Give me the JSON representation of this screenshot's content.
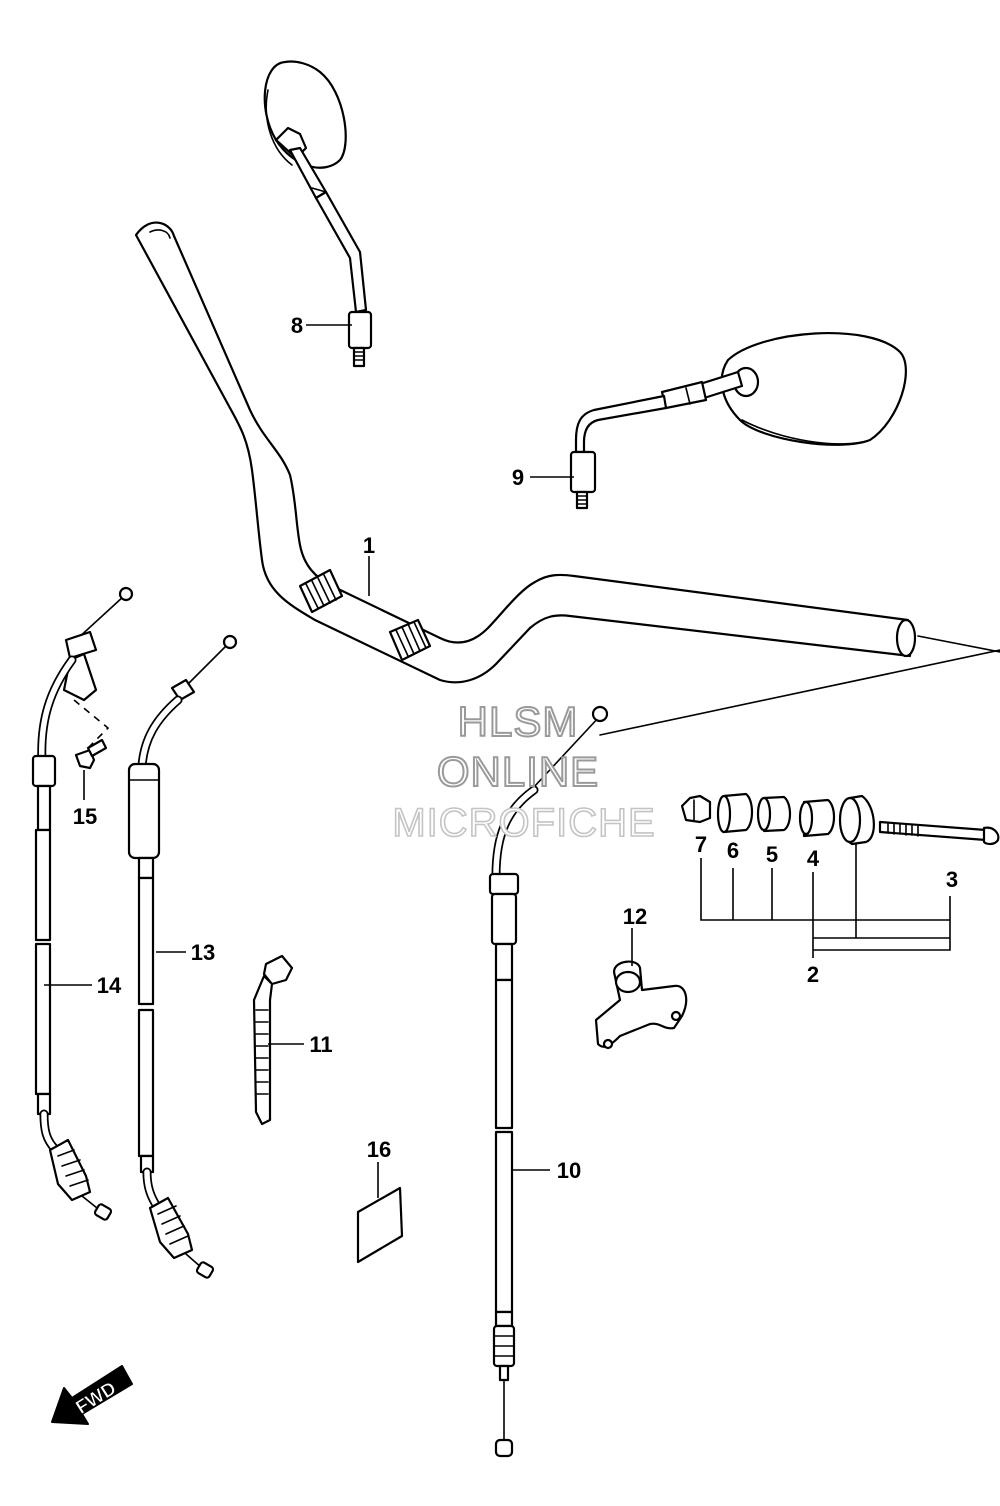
{
  "diagram": {
    "callouts": {
      "c1": "1",
      "c2": "2",
      "c3": "3",
      "c4": "4",
      "c5": "5",
      "c6": "6",
      "c7": "7",
      "c8": "8",
      "c9": "9",
      "c10": "10",
      "c11": "11",
      "c12": "12",
      "c13": "13",
      "c14": "14",
      "c15": "15",
      "c16": "16"
    },
    "watermark": {
      "line1": "HLSM",
      "line2": "ONLINE",
      "line3": "MICROFICHE"
    },
    "fwd_label": "FWD"
  }
}
